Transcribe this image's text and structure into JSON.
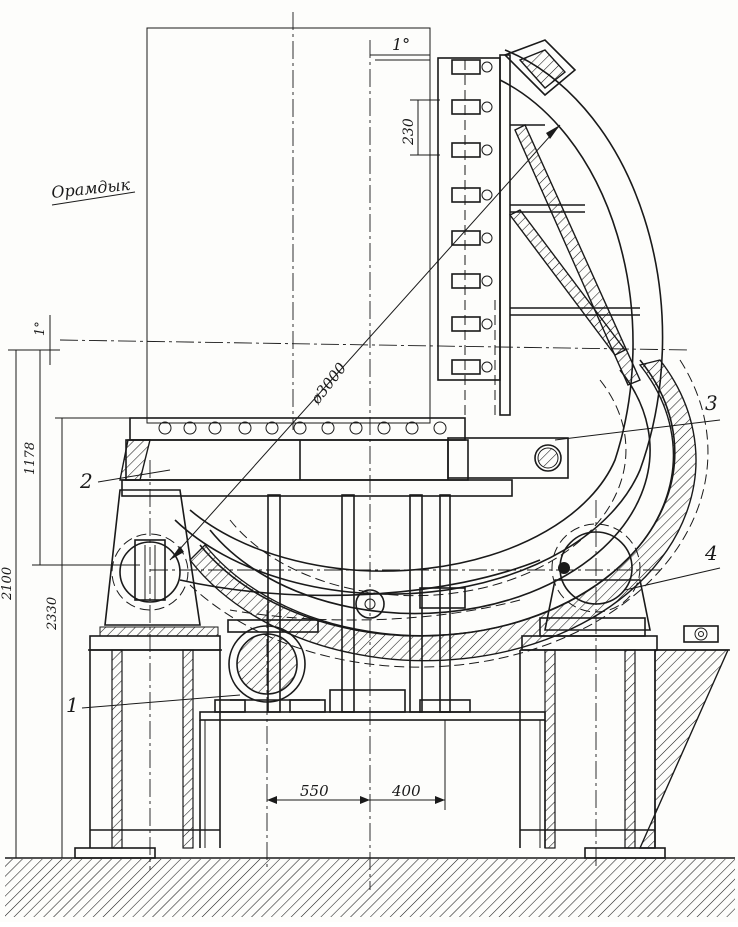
{
  "labels": {
    "annotation": "Орамдык",
    "part_1": "1",
    "part_2": "2",
    "part_3": "3",
    "part_4": "4"
  },
  "dimensions": {
    "angle_top": "1°",
    "angle_left": "1°",
    "pitch": "230",
    "diameter": "ø3000",
    "height_upper": "1178",
    "height_lower": "2330",
    "height_total": "2100",
    "bottom_left": "550",
    "bottom_right": "400"
  }
}
